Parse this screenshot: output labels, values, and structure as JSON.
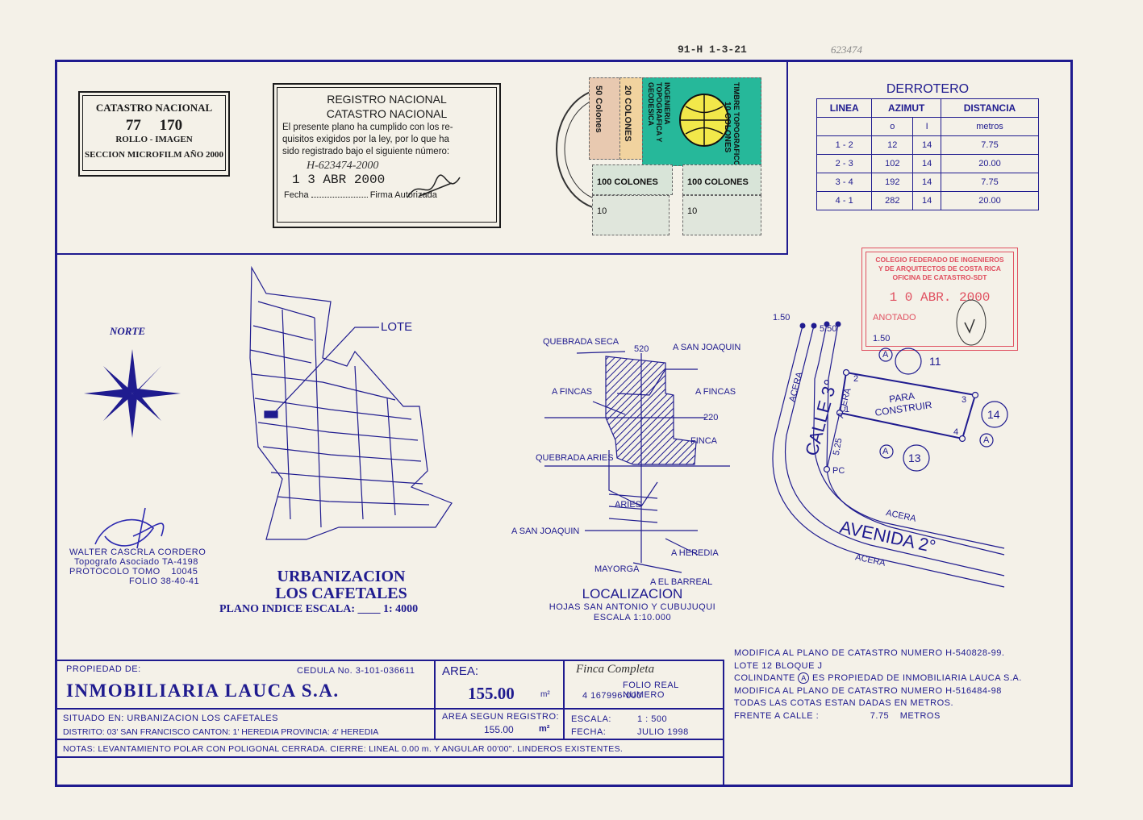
{
  "top_codes": {
    "code1": "91-H 1-3-21",
    "code2": "623474"
  },
  "catastro_stamp": {
    "title": "CATASTRO NACIONAL",
    "number1": "77",
    "number2": "170",
    "rollo": "ROLLO - IMAGEN",
    "seccion": "SECCION MICROFILM AÑO 2000"
  },
  "registro_stamp": {
    "title1": "REGISTRO NACIONAL",
    "title2": "CATASTRO NACIONAL",
    "text1": "El presente plano ha cumplido con los re-",
    "text2": "quisitos exigidos por la ley, por lo que ha",
    "text3": "sido registrado bajo el siguiente número:",
    "reg_number": "H-623474-2000",
    "date": "1 3 ABR 2000",
    "fecha_label": "Fecha",
    "firma_label": "Firma Autorizada"
  },
  "timbres": {
    "t1": "50 Colones",
    "t2": "20 COLONES",
    "t3": "10 COLONES",
    "t4": "TIMBRE TOPOGRAFICO",
    "t5": "INGENIERIA TOPOGRAFICA Y GEODESICA",
    "t6": "100 COLONES",
    "t7": "100 COLONES",
    "t8": "10",
    "t9": "10"
  },
  "derrotero": {
    "title": "DERROTERO",
    "headers": [
      "LINEA",
      "AZIMUT",
      "DISTANCIA"
    ],
    "subheaders": [
      "",
      "o",
      "I",
      "metros"
    ],
    "rows": [
      [
        "1 - 2",
        "12",
        "14",
        "7.75"
      ],
      [
        "2 - 3",
        "102",
        "14",
        "20.00"
      ],
      [
        "3 - 4",
        "192",
        "14",
        "7.75"
      ],
      [
        "4 - 1",
        "282",
        "14",
        "20.00"
      ]
    ]
  },
  "colegio_stamp": {
    "l1": "COLEGIO FEDERADO DE INGENIEROS",
    "l2": "Y DE ARQUITECTOS DE COSTA RICA",
    "l3": "OFICINA DE CATASTRO-SDT",
    "date": "1 0 ABR. 2000",
    "anotado": "ANOTADO"
  },
  "norte": "NORTE",
  "indice": {
    "lote_label": "LOTE",
    "title1": "URBANIZACION",
    "title2": "LOS CAFETALES",
    "subtitle": "PLANO INDICE ESCALA: ____ 1: 4000"
  },
  "localizacion": {
    "quebrada_seca": "QUEBRADA SECA",
    "a_san_joaquin_top": "A SAN JOAQUIN",
    "n520": "520",
    "a_fincas_left": "A FINCAS",
    "a_fincas_right": "A FINCAS",
    "n220": "220",
    "finca": "FINCA",
    "quebrada_aries": "QUEBRADA ARIES",
    "aries": "ARIES",
    "a_san_joaquin_left": "A SAN JOAQUIN",
    "a_heredia": "A HEREDIA",
    "mayorga": "MAYORGA",
    "a_el_barreal": "A EL BARREAL",
    "title": "LOCALIZACION",
    "hojas": "HOJAS SAN ANTONIO Y CUBUJUQUI",
    "escala": "ESCALA 1:10.000"
  },
  "site": {
    "d150a": "1.50",
    "d550": "5.50",
    "d150b": "1.50",
    "acera1": "ACERA",
    "acera2": "ACERA",
    "acera3": "ACERA",
    "acera4": "ACERA",
    "calle": "CALLE 3°",
    "avenida": "AVENIDA 2°",
    "para": "PARA",
    "construir": "CONSTRUIR",
    "p1": "1",
    "p2": "2",
    "p3": "3",
    "p4": "4",
    "d525": "5.25",
    "pc": "PC",
    "a_label": "A",
    "n11": "11",
    "n13": "13",
    "n14": "14"
  },
  "topografo": {
    "name": "WALTER CASCRLA CORDERO",
    "title": "Topografo Asociado TA-4198",
    "protocolo_label": "PROTOCOLO TOMO",
    "protocolo_value": "10045",
    "folio_label": "FOLIO",
    "folio_value": "38-40-41"
  },
  "notes_right": {
    "l1": "MODIFICA AL PLANO DE CATASTRO NUMERO H-540828-99.",
    "l2": "LOTE 12 BLOQUE J",
    "l3a": "COLINDANTE",
    "l3b": "ES PROPIEDAD DE INMOBILIARIA LAUCA S.A.",
    "l4": "MODIFICA AL PLANO DE CATASTRO NUMERO H-516484-98",
    "l5": "TODAS LAS COTAS ESTAN DADAS EN METROS.",
    "l6a": "FRENTE A CALLE :",
    "l6b": "7.75",
    "l6c": "METROS"
  },
  "title_block": {
    "propiedad_label": "PROPIEDAD DE:",
    "cedula": "CEDULA No. 3-101-036611",
    "owner": "INMOBILIARIA LAUCA S.A.",
    "area_label": "AREA:",
    "area_value": "155.00",
    "area_unit": "m²",
    "finca_hand": "Finca Completa",
    "folio_real": "FOLIO REAL NUMERO",
    "folio_real_num": "4 167996-000",
    "situado": "SITUADO EN: URBANIZACION LOS CAFETALES",
    "distrito": "DISTRITO: 03' SAN FRANCISCO CANTON: 1' HEREDIA PROVINCIA: 4' HEREDIA",
    "area_registro_label": "AREA SEGUN REGISTRO:",
    "area_registro_value": "155.00",
    "area_registro_unit": "m²",
    "escala_label": "ESCALA:",
    "escala_value": "1 : 500",
    "fecha_label": "FECHA:",
    "fecha_value": "JULIO 1998",
    "notas": "NOTAS: LEVANTAMIENTO POLAR CON POLIGONAL CERRADA. CIERRE: LINEAL 0.00 m. Y ANGULAR 00'00\". LINDEROS EXISTENTES."
  },
  "colors": {
    "ink": "#1f1b8f",
    "stamp_red": "#e05060",
    "paper": "#f4f1e8"
  }
}
